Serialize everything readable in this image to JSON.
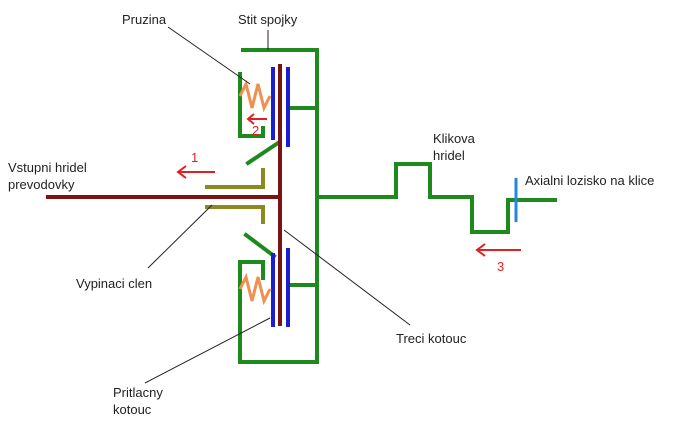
{
  "labels": {
    "pruzina": "Pruzina",
    "stit_spojky": "Stit spojky",
    "vstupni_hridel_1": "Vstupni hridel",
    "vstupni_hridel_2": "prevodovky",
    "klikova_hridel_1": "Klikova",
    "klikova_hridel_2": "hridel",
    "axialni_lozisko": "Axialni lozisko na klice",
    "vypinaci_clen": "Vypinaci clen",
    "treci_kotouc": "Treci kotouc",
    "pritlacny_kotouc_1": "Pritlacny",
    "pritlacny_kotouc_2": "kotouc"
  },
  "arrows": {
    "arrow_1": "1",
    "arrow_2": "2",
    "arrow_3": "3"
  },
  "colors": {
    "housing": "#1e8a1e",
    "input_shaft": "#7a1414",
    "release_member": "#8a8a1e",
    "pressure_plate": "#1c1cd0",
    "spring": "#f09050",
    "arrow": "#e02020",
    "bearing": "#2288dd",
    "leader": "#222222"
  }
}
